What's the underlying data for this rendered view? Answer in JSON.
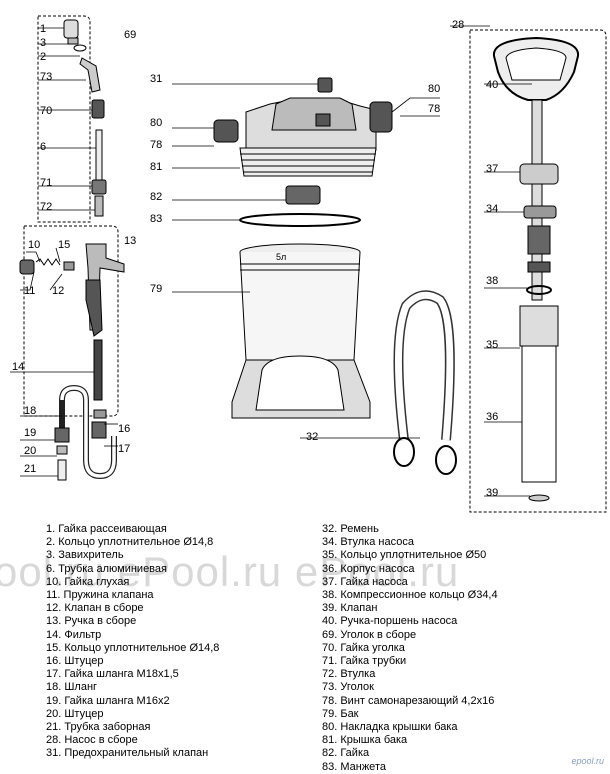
{
  "callouts": [
    {
      "n": "1"
    },
    {
      "n": "3"
    },
    {
      "n": "2"
    },
    {
      "n": "73"
    },
    {
      "n": "70"
    },
    {
      "n": "6"
    },
    {
      "n": "71"
    },
    {
      "n": "72"
    },
    {
      "n": "69"
    },
    {
      "n": "10"
    },
    {
      "n": "15"
    },
    {
      "n": "13"
    },
    {
      "n": "11"
    },
    {
      "n": "12"
    },
    {
      "n": "14"
    },
    {
      "n": "18"
    },
    {
      "n": "19"
    },
    {
      "n": "20"
    },
    {
      "n": "21"
    },
    {
      "n": "16"
    },
    {
      "n": "17"
    },
    {
      "n": "31"
    },
    {
      "n": "80"
    },
    {
      "n": "78"
    },
    {
      "n": "81"
    },
    {
      "n": "82"
    },
    {
      "n": "83"
    },
    {
      "n": "79"
    },
    {
      "n": "80"
    },
    {
      "n": "78"
    },
    {
      "n": "32"
    },
    {
      "n": "28"
    },
    {
      "n": "40"
    },
    {
      "n": "37"
    },
    {
      "n": "34"
    },
    {
      "n": "38"
    },
    {
      "n": "35"
    },
    {
      "n": "36"
    },
    {
      "n": "39"
    }
  ],
  "tank_mark": "5л",
  "legend_left": [
    "1. Гайка рассеивающая",
    "2. Кольцо уплотнительное Ø14,8",
    "3. Завихритель",
    "6. Трубка алюминиевая",
    "10. Гайка глухая",
    "11. Пружина клапана",
    "12. Клапан в сборе",
    "13. Ручка в сборе",
    "14. Фильтр",
    "15. Кольцо уплотнительное Ø14,8",
    "16. Штуцер",
    "17. Гайка шланга М18х1,5",
    "18. Шланг",
    "19. Гайка шланга М16х2",
    "20. Штуцер",
    "21. Трубка заборная",
    "28. Насос в сборе",
    "31. Предохранительный клапан"
  ],
  "legend_right": [
    "32. Ремень",
    "34. Втулка насоса",
    "35. Кольцо уплотнительное Ø50",
    "36. Корпус насоса",
    "37. Гайка насоса",
    "38. Компрессионное кольцо Ø34,4",
    "39. Клапан",
    "40. Ручка-поршень насоса",
    "69. Уголок в сборе",
    "70. Гайка уголка",
    "71. Гайка трубки",
    "72. Втулка",
    "73. Уголок",
    "78. Винт самонарезающий 4,2х16",
    "79. Бак",
    "80. Накладка крышки бака",
    "81. Крышка бака",
    "82. Гайка",
    "83. Манжета"
  ],
  "watermark": "ool.ru  ePool.ru  ePool.ru",
  "logo": "epool.ru"
}
